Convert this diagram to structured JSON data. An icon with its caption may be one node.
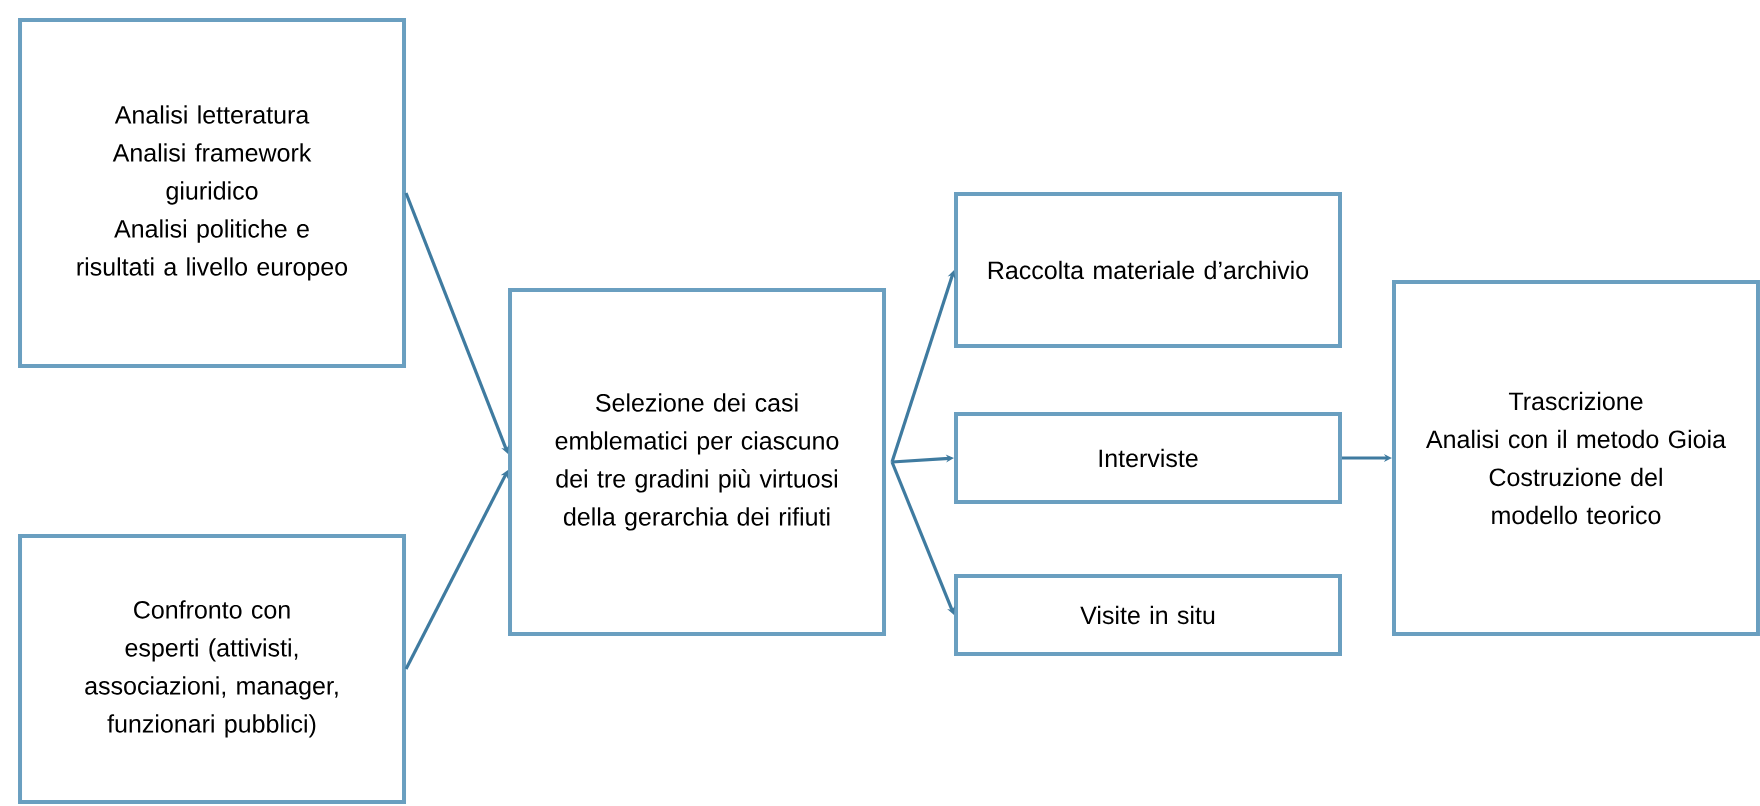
{
  "diagram": {
    "nodes": [
      {
        "text": [
          "Analisi letteratura",
          "Analisi framework giuridico",
          "Analisi politiche e risultati a livello europeo"
        ]
      },
      {
        "text": [
          "Confronto con esperti (attivisti, associazioni, manager, funzionari pubblici)"
        ]
      },
      {
        "text": [
          "Selezione dei casi emblematici per ciascuno dei tre gradini più virtuosi della gerarchia dei rifiuti"
        ]
      },
      {
        "text": [
          "Raccolta materiale d’archivio"
        ]
      },
      {
        "text": [
          "Interviste"
        ]
      },
      {
        "text": [
          "Visite in situ"
        ]
      },
      {
        "text": [
          "Trascrizione",
          "Analisi con il metodo Gioia",
          "Costruzione del modello teorico"
        ]
      }
    ],
    "edges": [
      {
        "from": 0,
        "to": 2,
        "arrow": "to"
      },
      {
        "from": 1,
        "to": 2,
        "arrow": "to"
      },
      {
        "from": 2,
        "to": 3,
        "arrow": "to"
      },
      {
        "from": 2,
        "to": 4,
        "arrow": "to"
      },
      {
        "from": 2,
        "to": 5,
        "arrow": "to"
      },
      {
        "from": 4,
        "to": 6,
        "arrow": "to"
      }
    ]
  }
}
